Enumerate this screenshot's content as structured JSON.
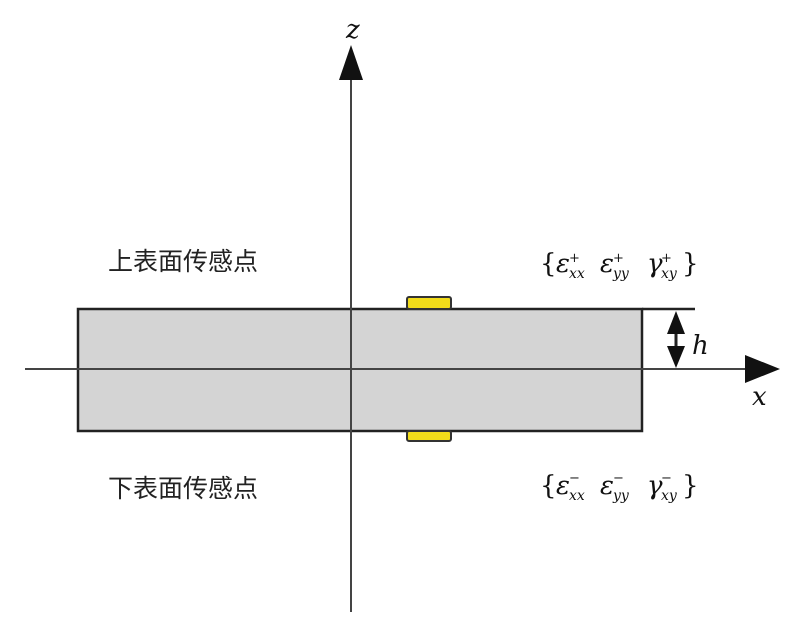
{
  "axes": {
    "z_label": "z",
    "x_label": "x",
    "thickness_label": "h"
  },
  "top": {
    "label": "上表面传感点",
    "brace_open": "{",
    "brace_close": "}",
    "terms": [
      {
        "symbol": "ε",
        "sup": "+",
        "sub": "xx"
      },
      {
        "symbol": "ε",
        "sup": "+",
        "sub": "yy"
      },
      {
        "symbol": "γ",
        "sup": "+",
        "sub": "xy"
      }
    ]
  },
  "bottom": {
    "label": "下表面传感点",
    "brace_open": "{",
    "brace_close": "}",
    "terms": [
      {
        "symbol": "ε",
        "sup": "−",
        "sub": "xx"
      },
      {
        "symbol": "ε",
        "sup": "−",
        "sub": "yy"
      },
      {
        "symbol": "γ",
        "sup": "−",
        "sub": "xy"
      }
    ]
  },
  "colors": {
    "plate": "#d4d4d4",
    "sensor": "#f2dc1a",
    "line": "#222222"
  }
}
